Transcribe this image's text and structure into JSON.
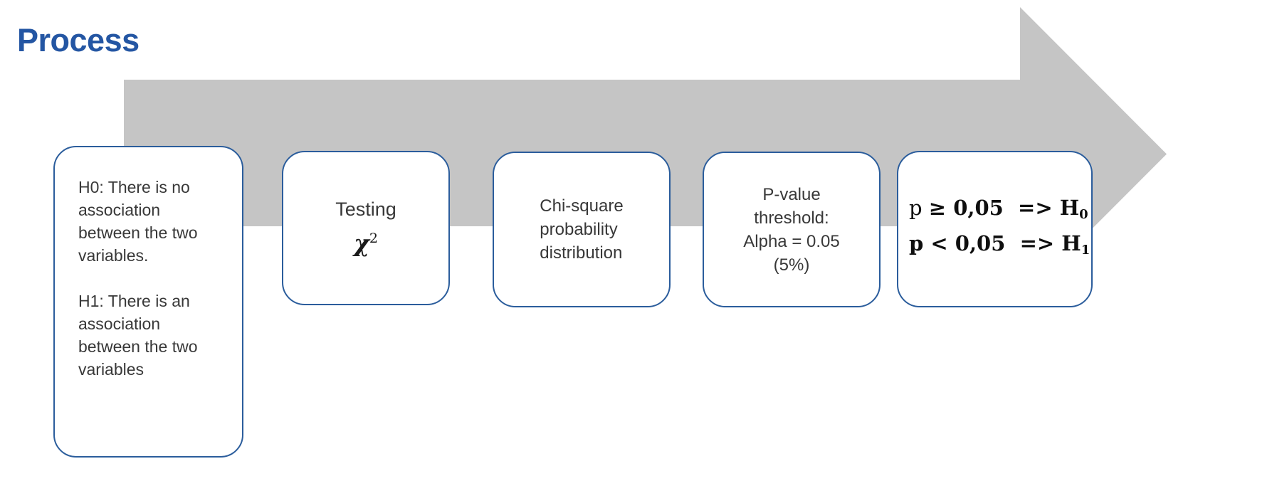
{
  "title": "Process",
  "colors": {
    "title_blue": "#2456a3",
    "border_blue": "#2b5d9c",
    "arrow_gray": "#c5c5c5",
    "body_text": "#383838",
    "math_text": "#0f0f0f"
  },
  "boxes": {
    "hypotheses": {
      "p1": "H0: There is no association between the two variables.",
      "p2": "H1: There is an association between the two variables"
    },
    "testing": {
      "label": "Testing",
      "symbol": "χ",
      "exponent": "2"
    },
    "distribution": {
      "lines": [
        "Chi-square",
        "probability",
        "distribution"
      ]
    },
    "threshold": {
      "lines": [
        "P-value",
        "threshold:",
        "Alpha = 0.05",
        "(5%)"
      ]
    },
    "decision": {
      "line1": {
        "lead": "p ",
        "main": "≥ 0,05  => H",
        "sub": "0"
      },
      "line2": {
        "main": "p < 0,05  => H",
        "sub": "1"
      }
    }
  }
}
